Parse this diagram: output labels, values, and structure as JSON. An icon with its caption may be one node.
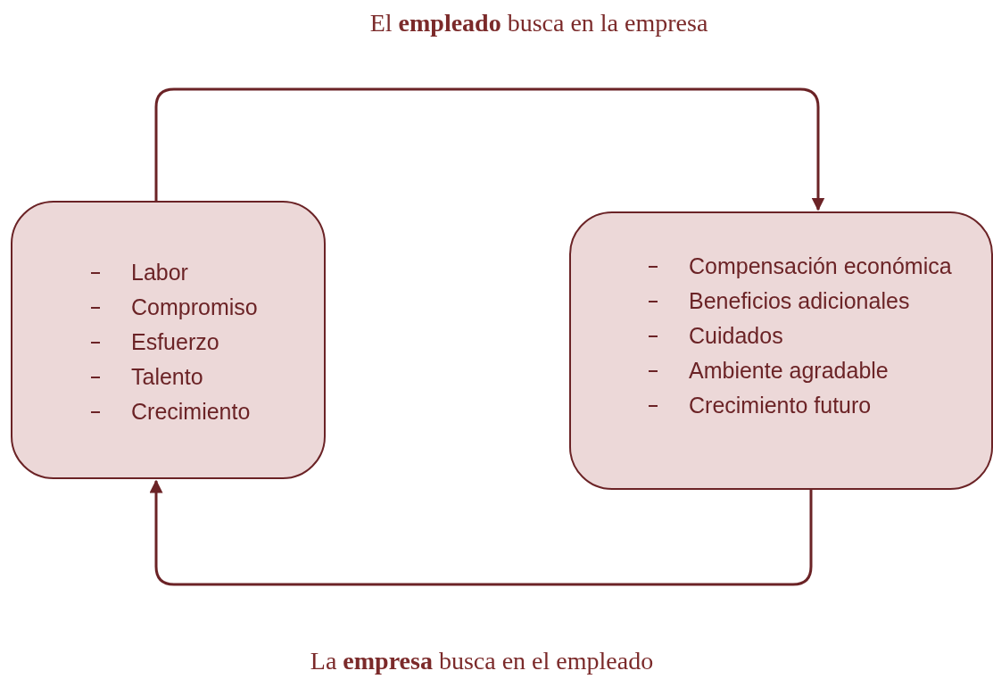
{
  "diagram": {
    "nodes": [
      {
        "text": [
          "Labor",
          "Compromiso",
          "Esfuerzo",
          "Talento",
          "Crecimiento"
        ]
      },
      {
        "text": [
          "Compensación económica",
          "Beneficios adicionales",
          "Cuidados",
          "Ambiente agradable",
          "Crecimiento futuro"
        ]
      }
    ],
    "edges": [
      {
        "from": 0,
        "to": 1,
        "arrow": "to"
      },
      {
        "from": 1,
        "to": 0,
        "arrow": "to"
      }
    ],
    "labels": [
      "El **empleado** busca en la empresa",
      "La **empresa** busca en el empleado"
    ]
  }
}
